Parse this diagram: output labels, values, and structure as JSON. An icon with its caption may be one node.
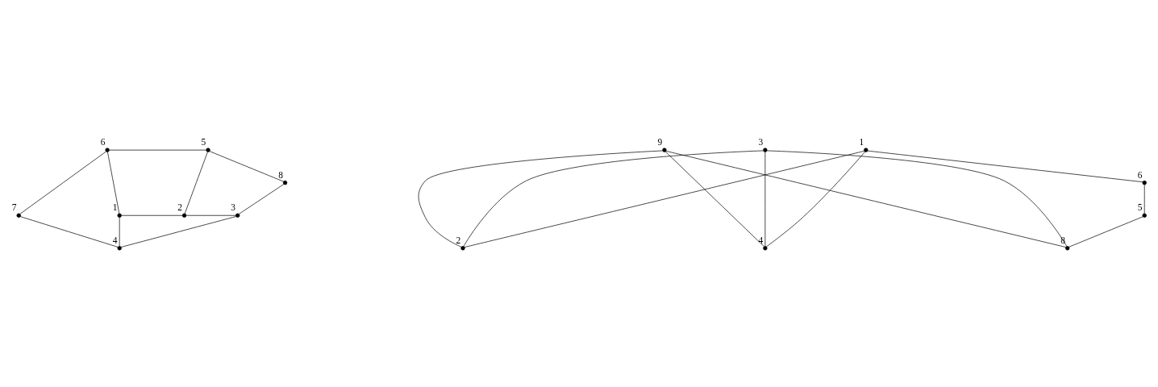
{
  "diagram": {
    "nodes": [
      {
        "text": [
          "6"
        ]
      },
      {
        "text": [
          "5"
        ]
      },
      {
        "text": [
          "8"
        ]
      },
      {
        "text": [
          "7"
        ]
      },
      {
        "text": [
          "1"
        ]
      },
      {
        "text": [
          "2"
        ]
      },
      {
        "text": [
          "3"
        ]
      },
      {
        "text": [
          "4"
        ]
      },
      {
        "text": [
          "9"
        ]
      },
      {
        "text": [
          "3"
        ]
      },
      {
        "text": [
          "1"
        ]
      },
      {
        "text": [
          "6"
        ]
      },
      {
        "text": [
          "5"
        ]
      },
      {
        "text": [
          "2"
        ]
      },
      {
        "text": [
          "4"
        ]
      },
      {
        "text": [
          "8"
        ]
      }
    ],
    "edges": [
      {
        "from": 0,
        "to": 1,
        "arrow": "none"
      },
      {
        "from": 0,
        "to": 4,
        "arrow": "none"
      },
      {
        "from": 0,
        "to": 3,
        "arrow": "none"
      },
      {
        "from": 1,
        "to": 5,
        "arrow": "none"
      },
      {
        "from": 1,
        "to": 2,
        "arrow": "none"
      },
      {
        "from": 2,
        "to": 6,
        "arrow": "none"
      },
      {
        "from": 4,
        "to": 5,
        "arrow": "none"
      },
      {
        "from": 5,
        "to": 6,
        "arrow": "none"
      },
      {
        "from": 4,
        "to": 7,
        "arrow": "none"
      },
      {
        "from": 3,
        "to": 7,
        "arrow": "none"
      },
      {
        "from": 6,
        "to": 7,
        "arrow": "none"
      },
      {
        "from": 8,
        "to": 13,
        "arrow": "none"
      },
      {
        "from": 8,
        "to": 14,
        "arrow": "none"
      },
      {
        "from": 8,
        "to": 15,
        "arrow": "none"
      },
      {
        "from": 9,
        "to": 13,
        "arrow": "none"
      },
      {
        "from": 9,
        "to": 14,
        "arrow": "none"
      },
      {
        "from": 9,
        "to": 15,
        "arrow": "none"
      },
      {
        "from": 10,
        "to": 13,
        "arrow": "none"
      },
      {
        "from": 10,
        "to": 14,
        "arrow": "none"
      },
      {
        "from": 10,
        "to": 11,
        "arrow": "none"
      },
      {
        "from": 11,
        "to": 12,
        "arrow": "none"
      },
      {
        "from": 12,
        "to": 15,
        "arrow": "none"
      }
    ]
  }
}
